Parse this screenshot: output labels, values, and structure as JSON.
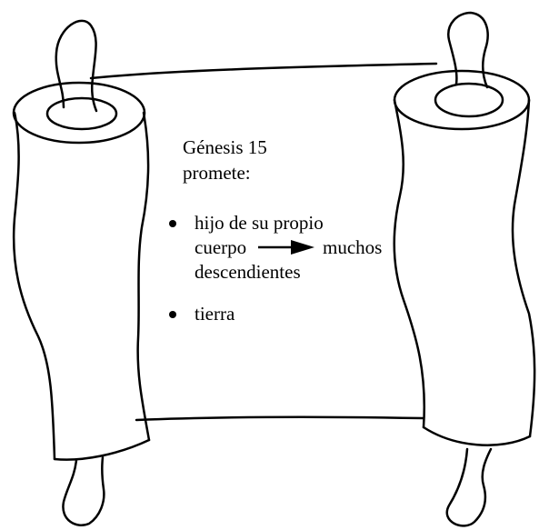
{
  "scroll": {
    "heading": {
      "line1": "Génesis 15",
      "line2": "promete:"
    },
    "bullets": [
      {
        "line1": "hijo de su propio",
        "line2_before_arrow": "cuerpo",
        "line2_after_arrow": "muchos",
        "line3": "descendientes",
        "icon": "right-arrow-icon"
      },
      {
        "line1": "tierra"
      }
    ]
  },
  "colors": {
    "ink": "#000000",
    "paper": "#ffffff"
  }
}
